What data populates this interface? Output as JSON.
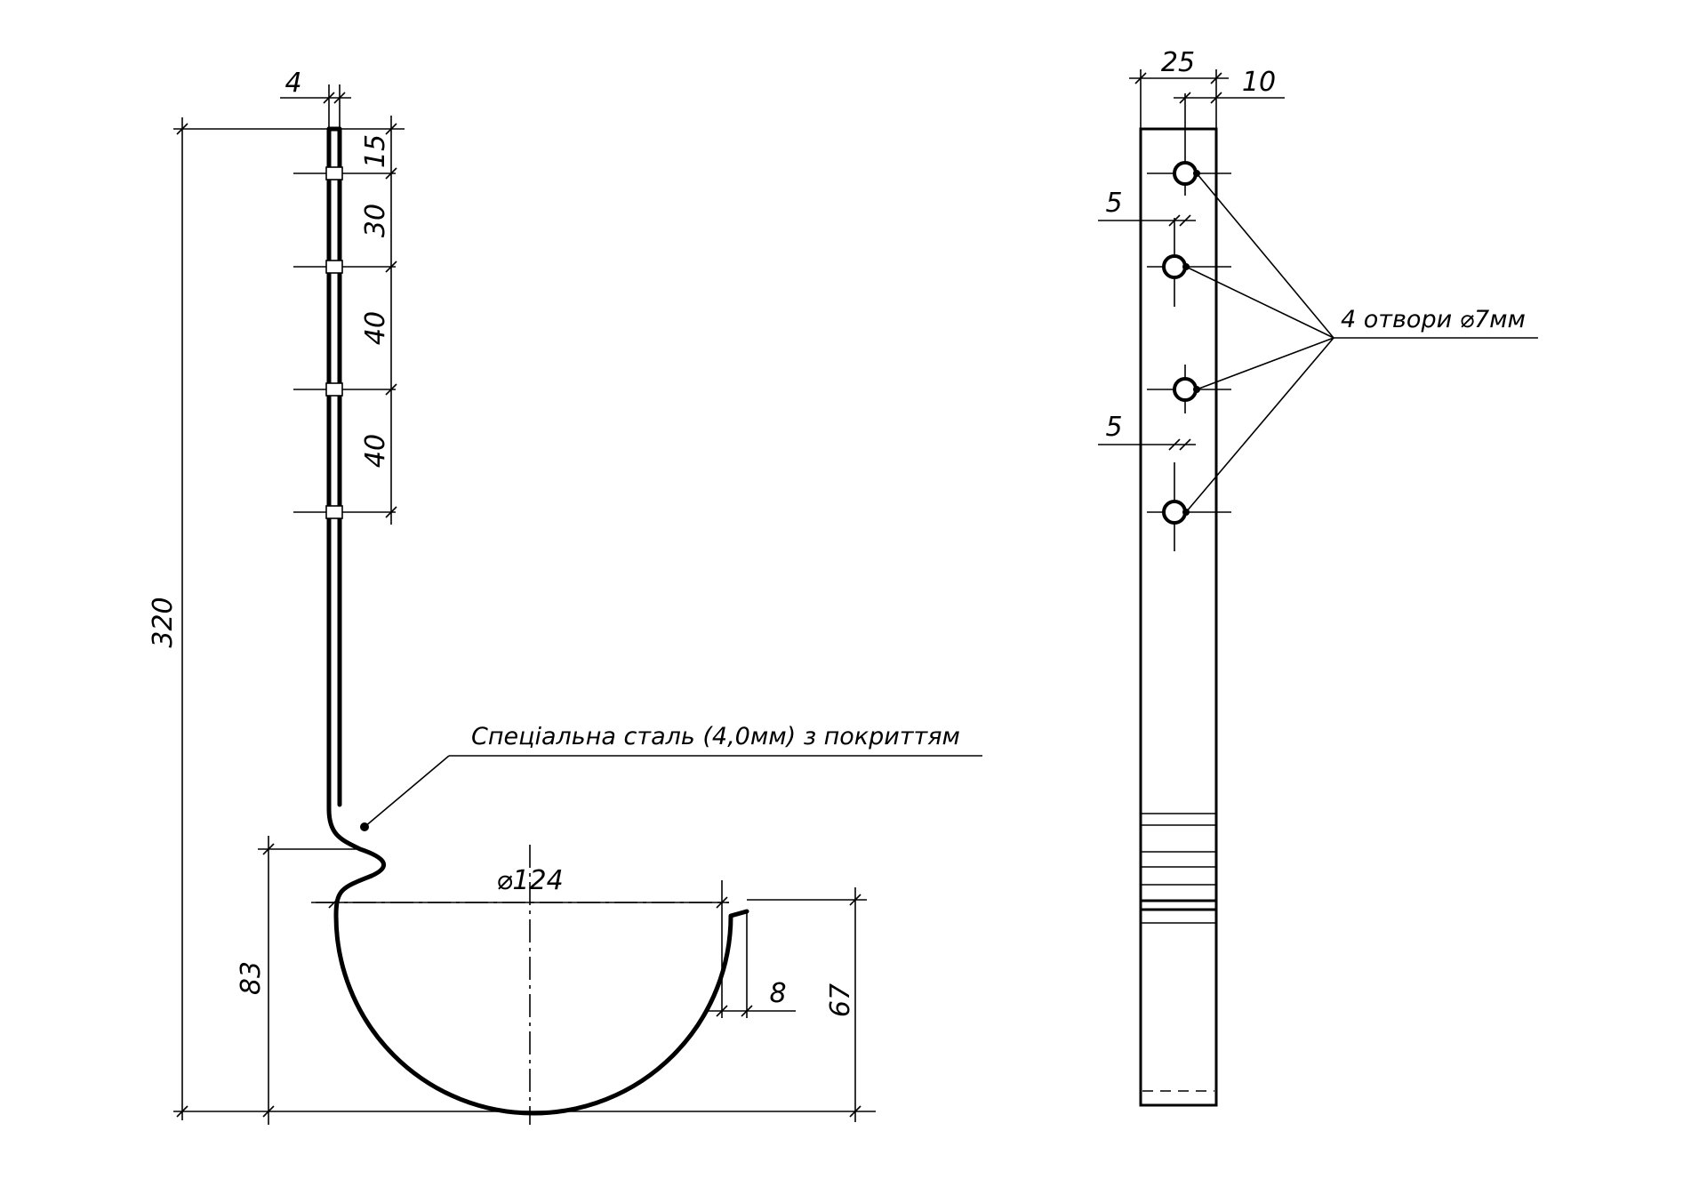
{
  "side_view": {
    "dims": {
      "thickness": "4",
      "total_height": "320",
      "hole_offset_1": "15",
      "hole_spacing_1": "30",
      "hole_spacing_2": "40",
      "hole_spacing_3": "40",
      "gutter_height": "83",
      "gutter_diameter": "⌀124",
      "gutter_depth": "67",
      "lip": "8"
    },
    "material_note": "Спеціальна сталь (4,0мм) з покриттям"
  },
  "front_view": {
    "dims": {
      "width": "25",
      "hole_offset": "10",
      "stagger_top": "5",
      "stagger_bottom": "5"
    },
    "holes_note": "4 отвори ⌀7мм"
  }
}
